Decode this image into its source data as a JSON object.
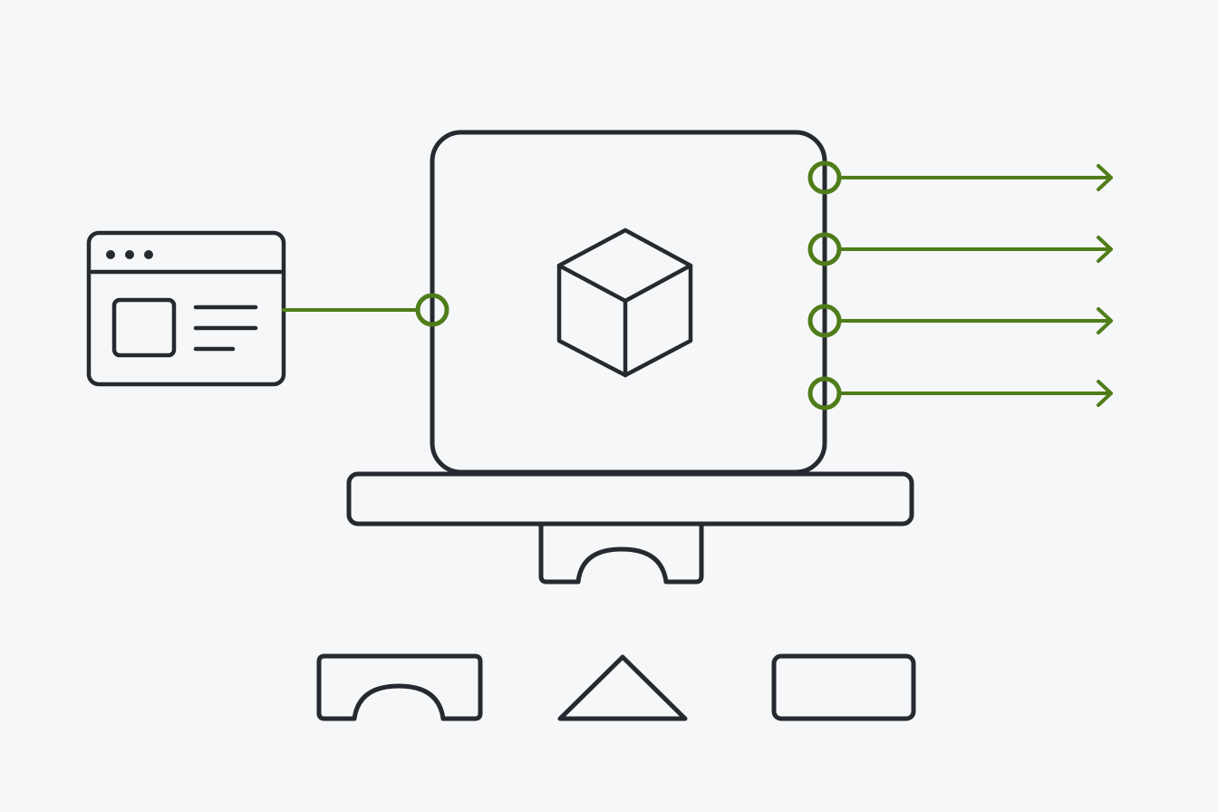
{
  "diagram": {
    "colors": {
      "background": "#f6f7f8",
      "outline": "#262a30",
      "connector": "#4f7d1a",
      "port_fill": "#ffffff"
    },
    "nodes": [
      {
        "id": "browser-window",
        "icon": "browser-window-icon"
      },
      {
        "id": "central-module",
        "icon": "cube-icon"
      },
      {
        "id": "platform-bar",
        "icon": "platform-bar-icon"
      },
      {
        "id": "socket-connector",
        "icon": "arch-socket-icon"
      },
      {
        "id": "shape-arch-block",
        "icon": "arch-block-icon"
      },
      {
        "id": "shape-triangle",
        "icon": "triangle-icon"
      },
      {
        "id": "shape-rectangle",
        "icon": "rectangle-icon"
      }
    ],
    "connections": [
      {
        "from": "browser-window",
        "to": "central-module",
        "port": "input"
      },
      {
        "from": "central-module",
        "to": "output-1",
        "port": "output",
        "arrow": true
      },
      {
        "from": "central-module",
        "to": "output-2",
        "port": "output",
        "arrow": true
      },
      {
        "from": "central-module",
        "to": "output-3",
        "port": "output",
        "arrow": true
      },
      {
        "from": "central-module",
        "to": "output-4",
        "port": "output",
        "arrow": true
      }
    ]
  }
}
